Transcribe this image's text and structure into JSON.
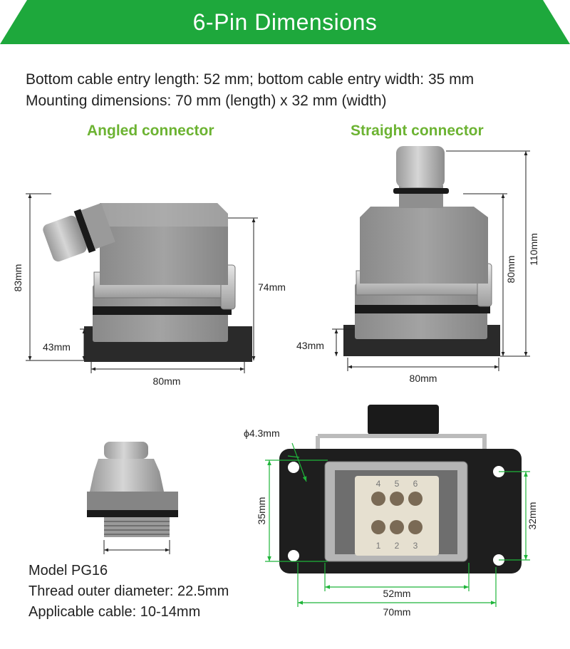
{
  "header": {
    "title": "6-Pin Dimensions"
  },
  "intro": {
    "line1": "Bottom cable entry length: 52 mm; bottom cable entry width: 35 mm",
    "line2": "Mounting dimensions: 70 mm (length) x 32 mm (width)"
  },
  "angled": {
    "title": "Angled connector",
    "height_total": "83mm",
    "height_side": "74mm",
    "height_base": "43mm",
    "width": "80mm"
  },
  "straight": {
    "title": "Straight connector",
    "height_total": "110mm",
    "height_body": "80mm",
    "height_base": "43mm",
    "width": "80mm"
  },
  "gland": {
    "model": "Model PG16",
    "thread": "Thread outer diameter: 22.5mm",
    "cable": "Applicable cable: 10-14mm"
  },
  "bottom_view": {
    "hole": "ϕ4.3mm",
    "cutout_length": "52mm",
    "cutout_width": "35mm",
    "mount_length": "70mm",
    "mount_width": "32mm",
    "pins": [
      "4",
      "5",
      "6",
      "1",
      "2",
      "3"
    ]
  },
  "colors": {
    "banner": "#1ea83c",
    "subtitle": "#6cb332",
    "dim_green": "#1fb53a"
  }
}
